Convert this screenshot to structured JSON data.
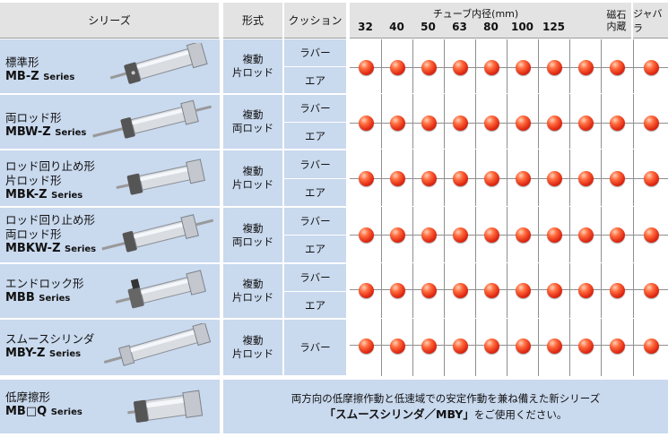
{
  "header": {
    "series": "シリーズ",
    "type": "形式",
    "cushion": "クッション",
    "tube_title": "チューブ内径(mm)",
    "sizes": [
      "32",
      "40",
      "50",
      "63",
      "80",
      "100",
      "125"
    ],
    "magnet": [
      "磁石",
      "内蔵"
    ],
    "bellows": "ジャバラ"
  },
  "rows": [
    {
      "name_lines": [
        "標準形"
      ],
      "code": "MB-Z",
      "code_suffix": "Series",
      "type_lines": [
        "複動",
        "片ロッド"
      ],
      "cushions": [
        "ラバー",
        "エア"
      ]
    },
    {
      "name_lines": [
        "両ロッド形"
      ],
      "code": "MBW-Z",
      "code_suffix": "Series",
      "type_lines": [
        "複動",
        "両ロッド"
      ],
      "cushions": [
        "ラバー",
        "エア"
      ]
    },
    {
      "name_lines": [
        "ロッド回り止め形",
        "片ロッド形"
      ],
      "code": "MBK-Z",
      "code_suffix": "Series",
      "type_lines": [
        "複動",
        "片ロッド"
      ],
      "cushions": [
        "ラバー",
        "エア"
      ]
    },
    {
      "name_lines": [
        "ロッド回り止め形",
        "両ロッド形"
      ],
      "code": "MBKW-Z",
      "code_suffix": "Series",
      "type_lines": [
        "複動",
        "両ロッド"
      ],
      "cushions": [
        "ラバー",
        "エア"
      ]
    },
    {
      "name_lines": [
        "エンドロック形"
      ],
      "code": "MBB",
      "code_suffix": "Series",
      "type_lines": [
        "複動",
        "片ロッド"
      ],
      "cushions": [
        "ラバー",
        "エア"
      ]
    },
    {
      "name_lines": [
        "スムースシリンダ"
      ],
      "code": "MBY-Z",
      "code_suffix": "Series",
      "type_lines": [
        "複動",
        "片ロッド"
      ],
      "cushions": [
        "ラバー"
      ]
    },
    {
      "name_lines": [
        "低摩擦形"
      ],
      "code": "MB□Q",
      "code_suffix": "Series",
      "type_lines": [],
      "cushions": []
    }
  ],
  "note": {
    "line1": "両方向の低摩擦作動と低速域での安定作動を兼ね備えた新シリーズ",
    "line2_bold": "「スムースシリンダ／MBY」",
    "line2_rest": "をご使用ください。"
  },
  "availability_color": "#e02a14"
}
